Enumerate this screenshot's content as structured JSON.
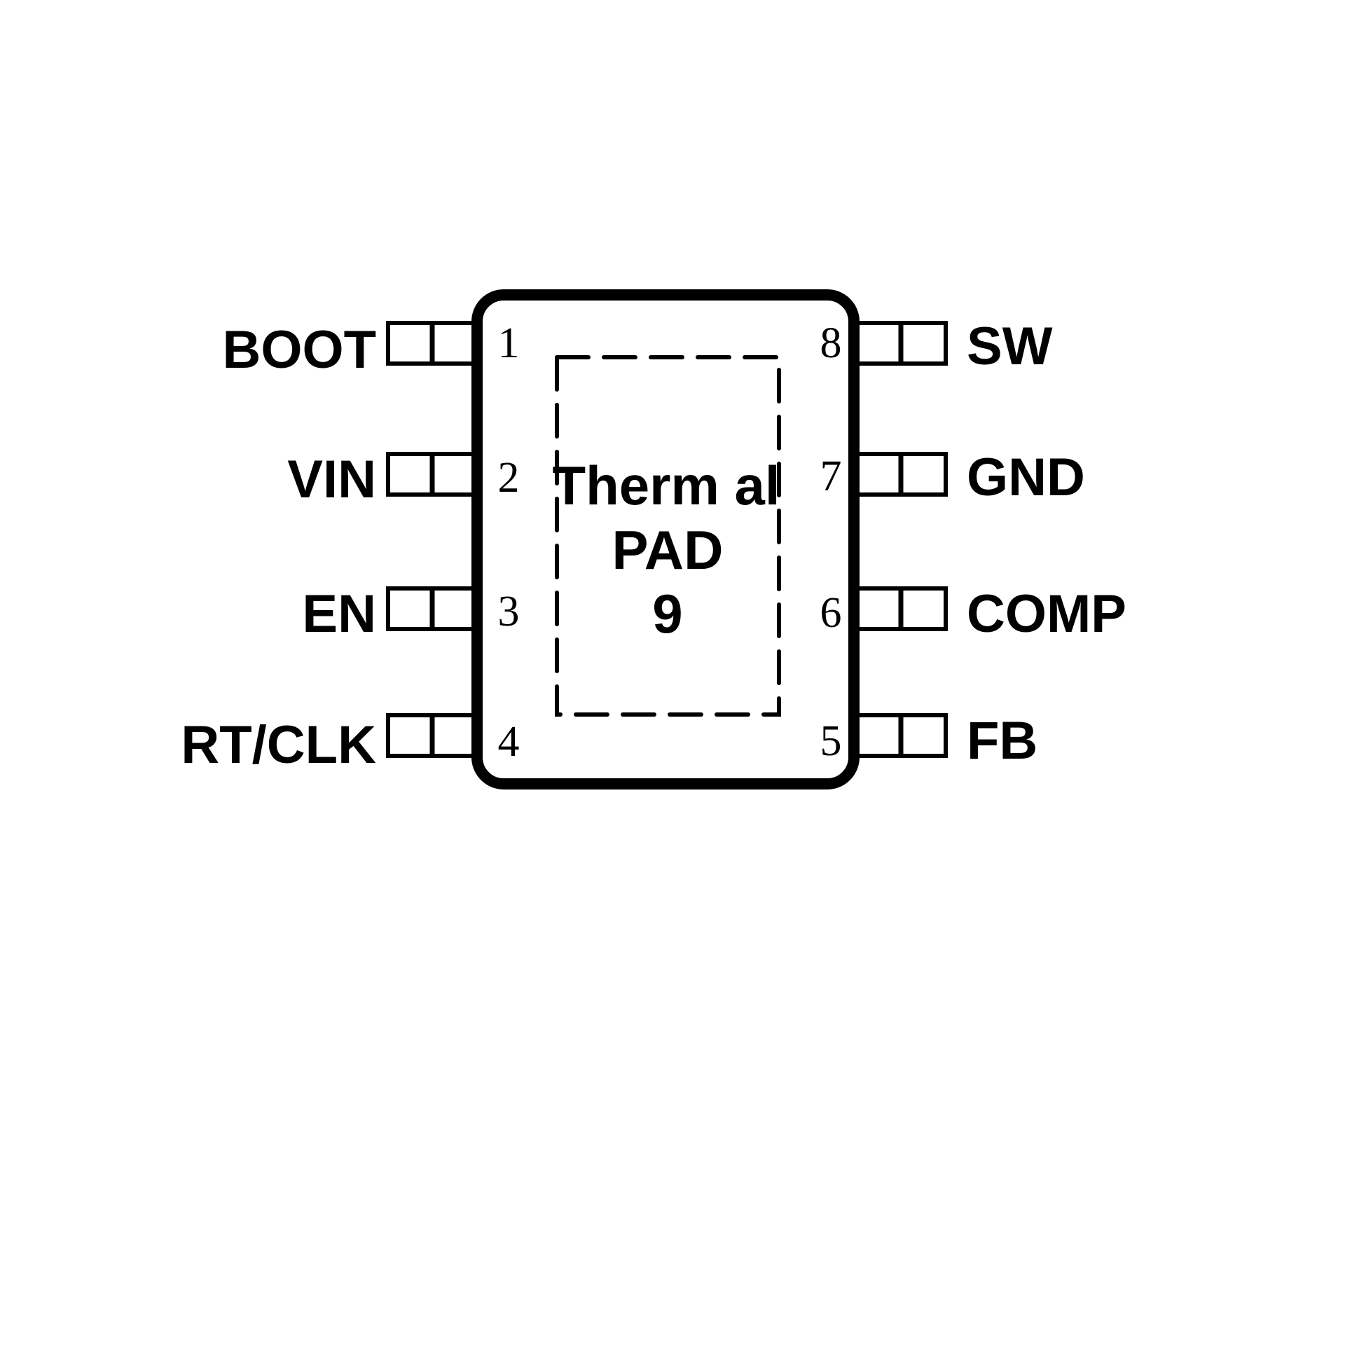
{
  "diagram": {
    "package": {
      "pins_left": [
        {
          "number": "1",
          "name": "BOOT"
        },
        {
          "number": "2",
          "name": "VIN"
        },
        {
          "number": "3",
          "name": "EN"
        },
        {
          "number": "4",
          "name": "RT/CLK"
        }
      ],
      "pins_right": [
        {
          "number": "8",
          "name": "SW"
        },
        {
          "number": "7",
          "name": "GND"
        },
        {
          "number": "6",
          "name": "COMP"
        },
        {
          "number": "5",
          "name": "FB"
        }
      ],
      "thermal_pad": {
        "line1": "Therm al",
        "line2": "PAD",
        "number": "9"
      }
    },
    "colors": {
      "stroke": "#000000",
      "background": "#ffffff"
    }
  }
}
